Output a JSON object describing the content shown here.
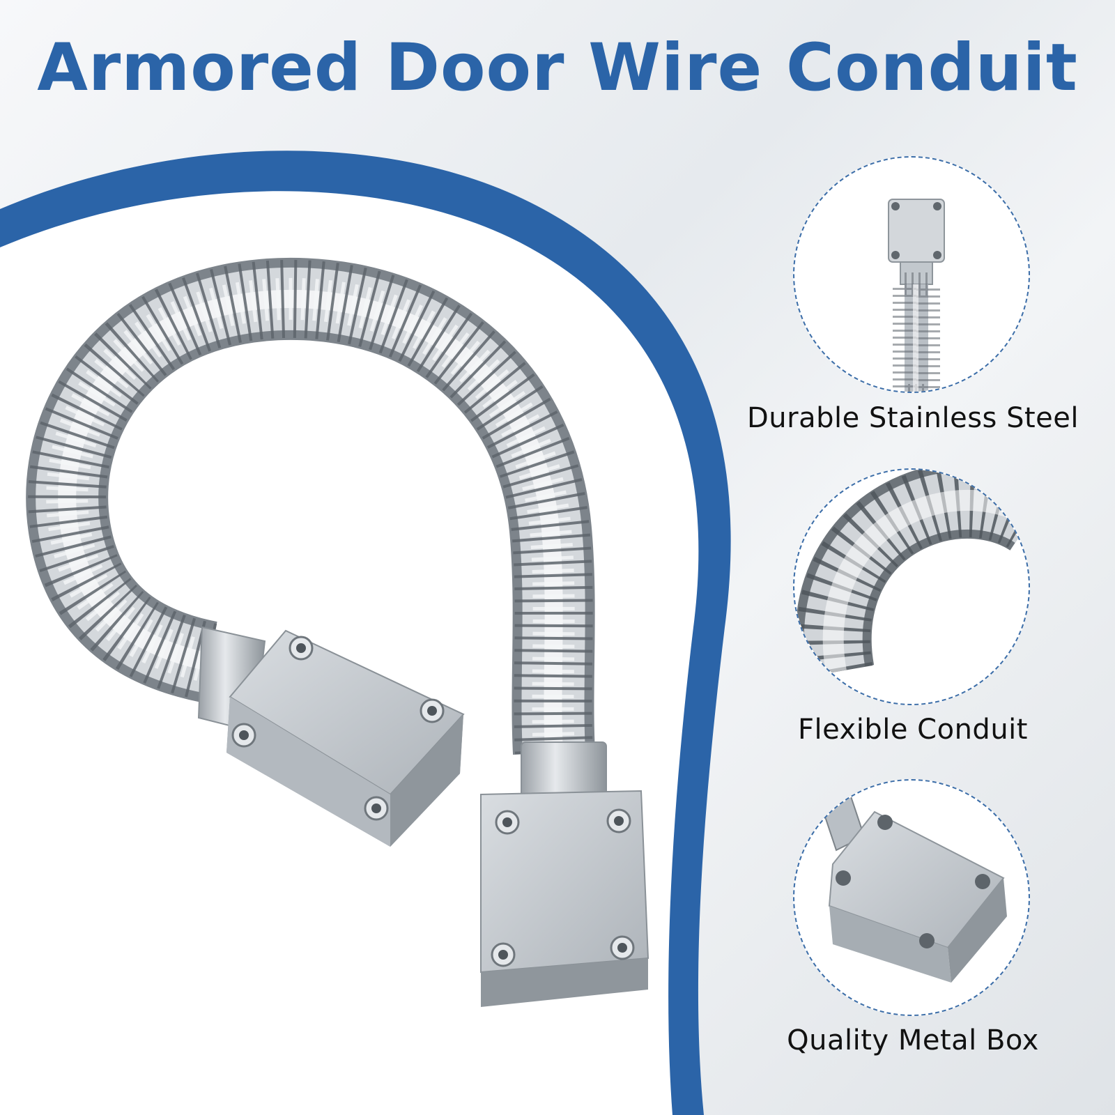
{
  "title": "Armored Door Wire Conduit",
  "colors": {
    "brand_blue": "#2b64a8",
    "steel_light": "#eef0f2",
    "steel_mid": "#b8bec4",
    "steel_dark": "#6e757c",
    "box_face": "#c9ced3"
  },
  "features": [
    {
      "label": "Durable Stainless Steel",
      "icon": "conduit-top-box-closeup"
    },
    {
      "label": "Flexible Conduit",
      "icon": "conduit-bend-closeup"
    },
    {
      "label": "Quality Metal Box",
      "icon": "metal-box-closeup"
    }
  ]
}
